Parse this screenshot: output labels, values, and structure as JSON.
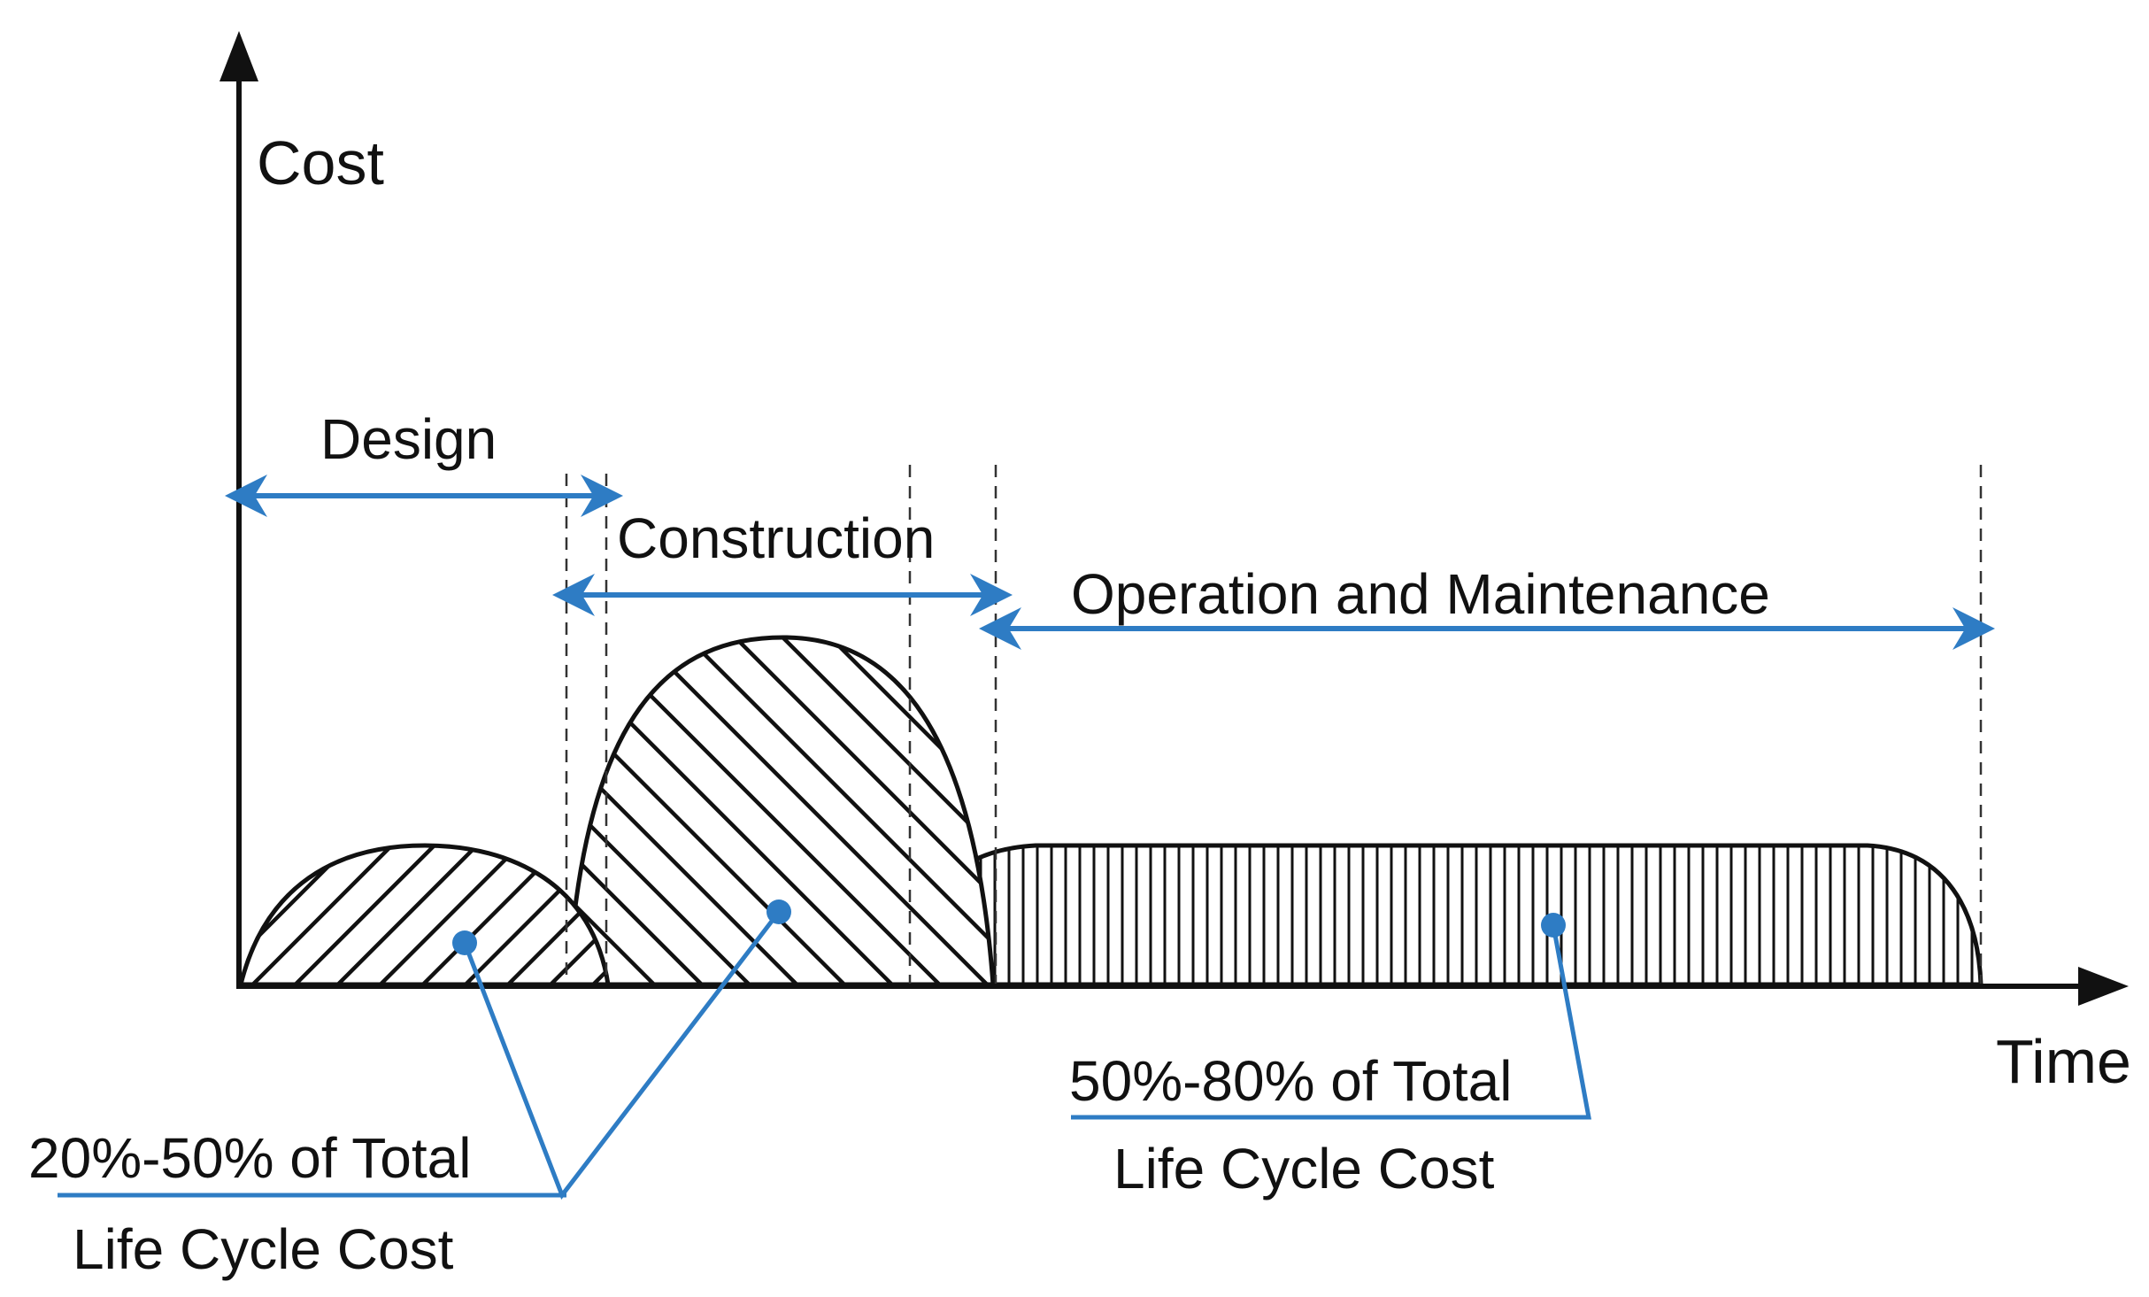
{
  "axes": {
    "y_label": "Cost",
    "x_label": "Time"
  },
  "phases": {
    "design": "Design",
    "construction": "Construction",
    "operation": "Operation and Maintenance"
  },
  "callouts": {
    "left_line1": "20%-50% of Total",
    "left_line2": "Life Cycle Cost",
    "right_line1": "50%-80% of Total",
    "right_line2": "Life Cycle Cost"
  },
  "colors": {
    "accent": "#2e7cc4",
    "ink": "#111111"
  }
}
